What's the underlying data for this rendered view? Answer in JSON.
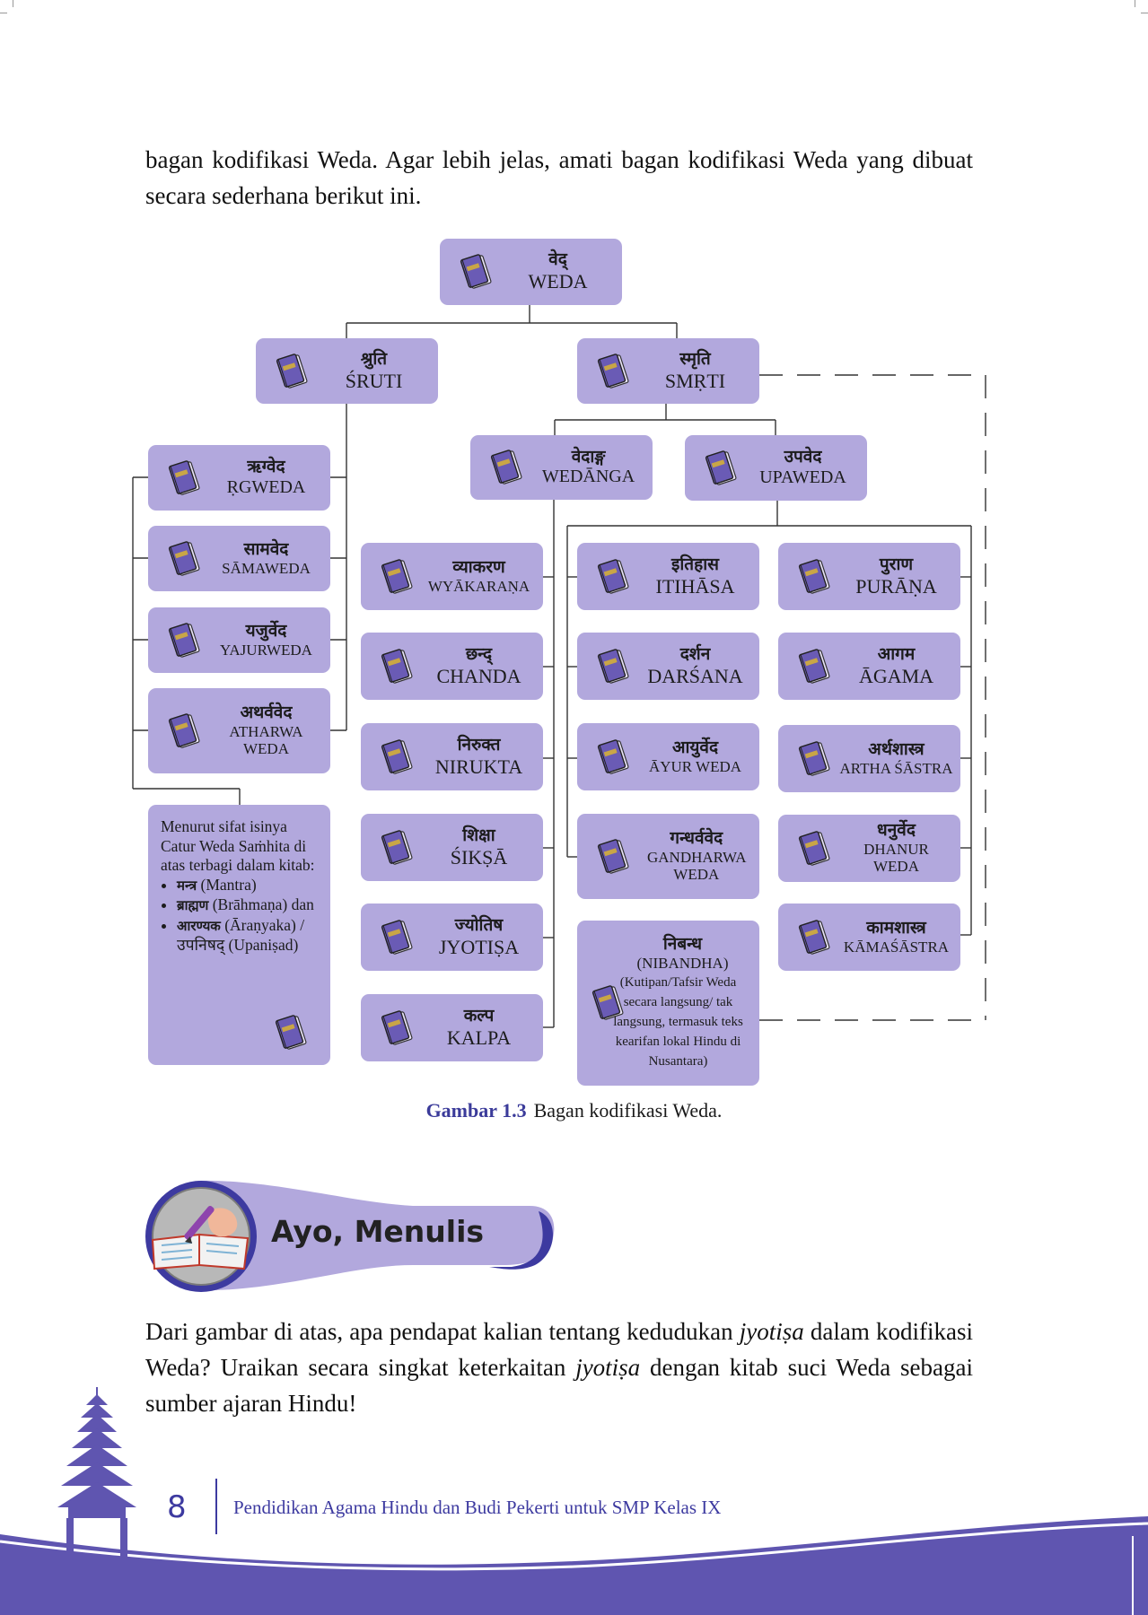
{
  "intro": {
    "text": "bagan kodifikasi Weda. Agar lebih jelas, amati bagan kodifikasi Weda yang dibuat secara sederhana berikut ini."
  },
  "diagram": {
    "weda": {
      "dev": "वेद्",
      "lat": "WEDA"
    },
    "sruti": {
      "dev": "श्रुति",
      "lat": "ŚRUTI"
    },
    "smrti": {
      "dev": "स्मृति",
      "lat": "SMṚTI"
    },
    "rgweda": {
      "dev": "ऋग्वेद",
      "lat": "ṚGWEDA"
    },
    "samaweda": {
      "dev": "सामवेद",
      "lat": "SĀMAWEDA"
    },
    "yajurweda": {
      "dev": "यजुर्वेद",
      "lat": "YAJURWEDA"
    },
    "atharwaweda": {
      "dev": "अथर्ववेद",
      "lat": "ATHARWA WEDA"
    },
    "wedangga": {
      "dev": "वेदाङ्ग",
      "lat": "WEDĀNGA"
    },
    "upaweda": {
      "dev": "उपवेद",
      "lat": "UPAWEDA"
    },
    "wyakarana": {
      "dev": "व्याकरण",
      "lat": "WYĀKARAṆA"
    },
    "chanda": {
      "dev": "छन्द्",
      "lat": "CHANDA"
    },
    "nirukta": {
      "dev": "निरुक्त",
      "lat": "NIRUKTA"
    },
    "siksa": {
      "dev": "शिक्षा",
      "lat": "ŚIKṢĀ"
    },
    "jyotisa": {
      "dev": "ज्योतिष",
      "lat": "JYOTIṢA"
    },
    "kalpa": {
      "dev": "कल्प",
      "lat": "KALPA"
    },
    "itihasa": {
      "dev": "इतिहास",
      "lat": "ITIHĀSA"
    },
    "darsana": {
      "dev": "दर्शन",
      "lat": "DARŚANA"
    },
    "ayurweda": {
      "dev": "आयुर्वेद",
      "lat": "ĀYUR WEDA"
    },
    "gandharwaweda": {
      "dev": "गन्धर्ववेद",
      "lat": "GANDHARWA WEDA"
    },
    "nibandha": {
      "dev": "निबन्ध",
      "lat": "(NIBANDHA)",
      "desc": "(Kutipan/Tafsir Weda secara langsung/ tak langsung, termasuk teks kearifan lokal Hindu di Nusantara)"
    },
    "purana": {
      "dev": "पुराण",
      "lat": "PURĀṆA"
    },
    "agama": {
      "dev": "आगम",
      "lat": "ĀGAMA"
    },
    "arthasastra": {
      "dev": "अर्थशास्त्र",
      "lat": "ARTHA ŚĀSTRA"
    },
    "dhanurweda": {
      "dev": "धनुर्वेद",
      "lat": "DHANUR WEDA"
    },
    "kamasastra": {
      "dev": "कामशास्त्र",
      "lat": "KĀMAŚĀSTRA"
    },
    "note": {
      "intro": "Menurut sifat isinya Catur Weda Saṁhita di atas terbagi dalam kitab:",
      "items": [
        {
          "dev": "मन्त्र",
          "lat": "(Mantra)"
        },
        {
          "dev": "ब्राह्मण",
          "lat": "(Brāhmaṇa) dan"
        },
        {
          "dev": "आरण्यक",
          "lat": "(Āraṇyaka) / उपनिषद् (Upaniṣad)"
        }
      ]
    }
  },
  "caption": {
    "label": "Gambar 1.3",
    "text": "Bagan kodifikasi Weda."
  },
  "activity": {
    "title": "Ayo, Menulis"
  },
  "question": {
    "part1": "Dari gambar di atas, apa pendapat kalian tentang kedudukan ",
    "term1": "jyotiṣa",
    "part2": " dalam kodifikasi Weda? Uraikan secara singkat keterkaitan ",
    "term2": "jyotiṣa",
    "part3": " dengan kitab suci Weda sebagai sumber ajaran Hindu!"
  },
  "footer": {
    "page_number": "8",
    "book_title": "Pendidikan Agama Hindu dan Budi Pekerti untuk SMP Kelas IX"
  },
  "colors": {
    "box": "#b2a8dd",
    "accent": "#5f55b0",
    "book": "#6a5bb5",
    "title_blue": "#3b3b9a"
  },
  "icons": [
    "book-icon",
    "writing-icon",
    "temple-icon"
  ]
}
